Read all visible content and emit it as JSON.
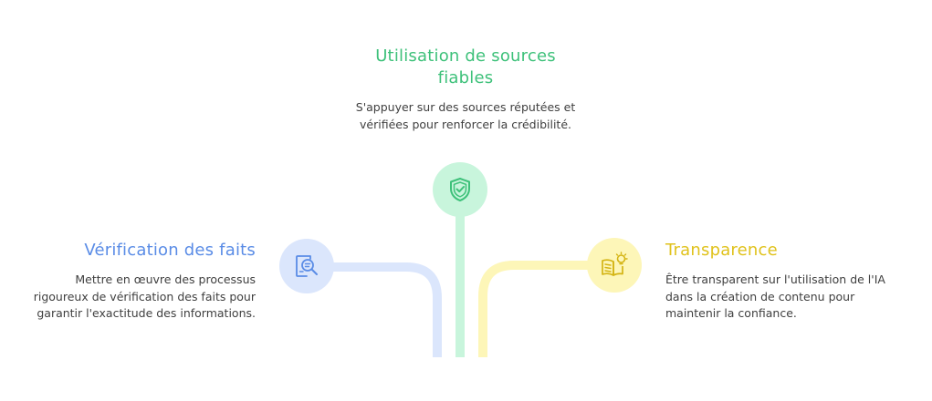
{
  "colors": {
    "green": "#3ec17a",
    "green_light": "#c8f5dc",
    "blue": "#5a8ce6",
    "blue_light": "#dbe6fc",
    "yellow": "#e0c21c",
    "yellow_light": "#fdf6b8"
  },
  "top": {
    "title": "Utilisation de sources fiables",
    "description": "S'appuyer sur des sources réputées et vérifiées pour renforcer la crédibilité.",
    "icon": "shield-check-icon"
  },
  "left": {
    "title": "Vérification des faits",
    "description": "Mettre en œuvre des processus rigoureux de vérification des faits pour garantir l'exactitude des informations.",
    "icon": "document-search-icon"
  },
  "right": {
    "title": "Transparence",
    "description": "Être transparent sur l'utilisation de l'IA dans la création de contenu pour maintenir la confiance.",
    "icon": "open-book-lightbulb-icon"
  }
}
